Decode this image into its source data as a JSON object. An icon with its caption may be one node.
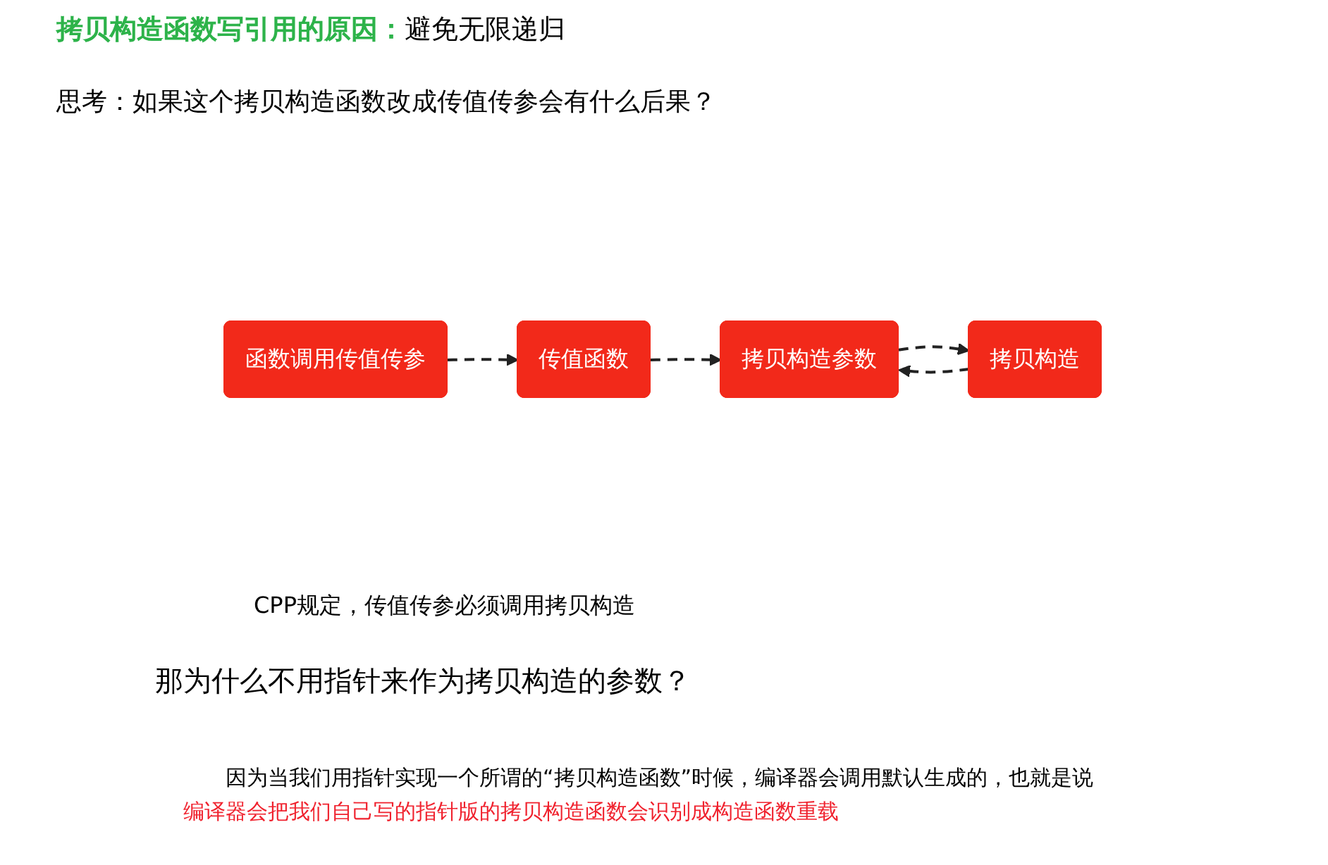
{
  "diagram": {
    "title": "拷贝构造函数写引用的原因：",
    "nodes": [
      {
        "text": [
          "函数调用传值传参"
        ]
      },
      {
        "text": [
          "传值函数"
        ]
      },
      {
        "text": [
          "拷贝构造参数"
        ]
      },
      {
        "text": [
          "拷贝构造"
        ]
      }
    ],
    "edges": [
      {
        "from": 0,
        "to": 1,
        "arrow": "to",
        "style": "dashed"
      },
      {
        "from": 1,
        "to": 2,
        "arrow": "to",
        "style": "dashed"
      },
      {
        "from": 2,
        "to": 3,
        "arrow": "to",
        "style": "dashed"
      },
      {
        "from": 3,
        "to": 2,
        "arrow": "to",
        "style": "dashed"
      }
    ],
    "labels": [
      "避免无限递归",
      "思考：如果这个拷贝构造函数改成传值传参会有什么后果？",
      "CPP规定，传值传参必须调用拷贝构造",
      "那为什么不用指针来作为拷贝构造的参数？",
      "因为当我们用指针实现一个所谓的“拷贝构造函数”时候，编译器会调用默认生成的，也就是说",
      "编译器会把我们自己写的指针版的拷贝构造函数会识别成构造函数重载"
    ]
  }
}
